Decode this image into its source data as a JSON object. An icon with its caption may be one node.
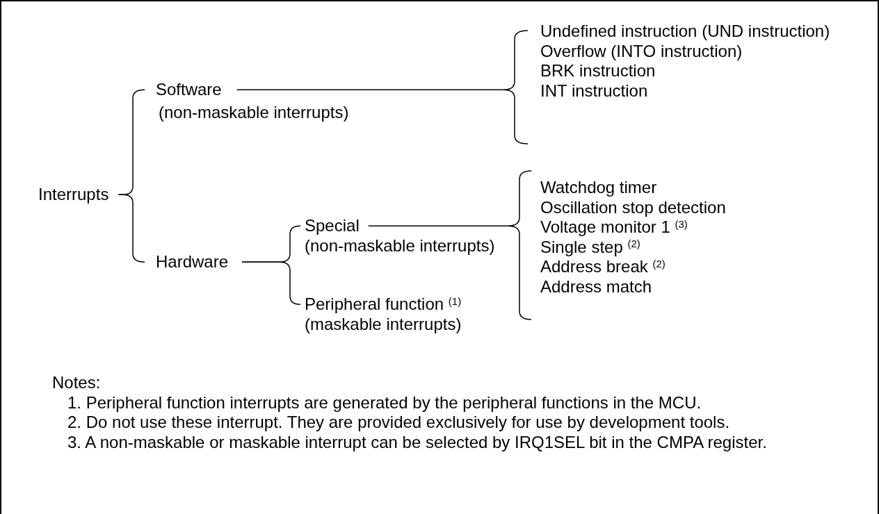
{
  "diagram": {
    "nodes": [
      {
        "text": [
          "Interrupts"
        ]
      },
      {
        "text": [
          "Software"
        ],
        "beside": [
          "(non-maskable interrupts)"
        ]
      },
      {
        "text": [
          "Undefined instruction (UND instruction)",
          "Overflow (INTO instruction)",
          "BRK instruction",
          "INT instruction"
        ]
      },
      {
        "text": [
          "Hardware"
        ]
      },
      {
        "text": [
          "Special"
        ],
        "beside": [
          "(non-maskable interrupts)"
        ]
      },
      {
        "text": [
          "Watchdog timer",
          "Oscillation stop detection",
          "Voltage monitor 1 $^{(3)}$",
          "Single step $^{(2)}$",
          "Address break $^{(2)}$",
          "Address match"
        ]
      },
      {
        "text": [
          "Peripheral function $^{(1)}$"
        ],
        "beside": [
          "(maskable interrupts)"
        ]
      }
    ],
    "edges": [
      {
        "from": 0,
        "to": 1,
        "arrow": "none"
      },
      {
        "from": 0,
        "to": 3,
        "arrow": "none"
      },
      {
        "from": 1,
        "to": 2,
        "arrow": "none"
      },
      {
        "from": 3,
        "to": 4,
        "arrow": "none"
      },
      {
        "from": 3,
        "to": 6,
        "arrow": "none"
      },
      {
        "from": 4,
        "to": 5,
        "arrow": "none"
      }
    ],
    "labels": [
      "Notes:",
      "1. Peripheral function interrupts are generated by the peripheral functions in the MCU.",
      "2. Do not use these interrupt. They are provided exclusively for use by development tools.",
      "3. A non-maskable or maskable interrupt can be selected by IRQ1SEL bit in the CMPA register."
    ]
  }
}
